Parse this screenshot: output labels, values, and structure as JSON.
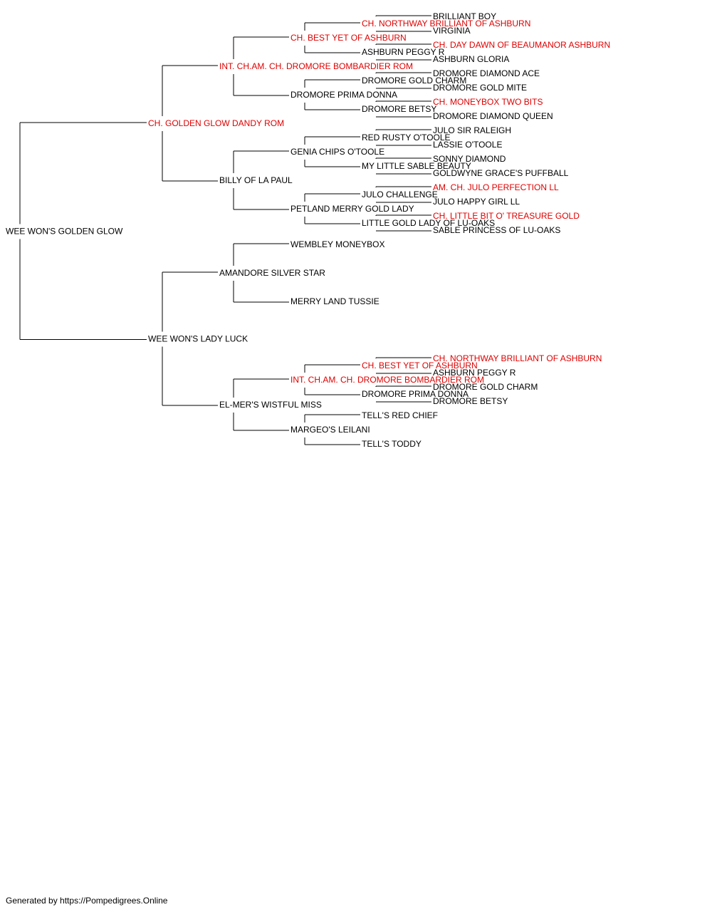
{
  "colors": {
    "champion": "#e00000",
    "normal": "#000000",
    "line": "#000000"
  },
  "pedigree": {
    "name": "WEE WON'S GOLDEN GLOW",
    "champion": false,
    "sire": {
      "name": "CH. GOLDEN GLOW DANDY ROM",
      "champion": true,
      "sire": {
        "name": "INT. CH.AM. CH. DROMORE BOMBARDIER ROM",
        "champion": true,
        "sire": {
          "name": "CH. BEST YET OF ASHBURN",
          "champion": true,
          "sire": {
            "name": "CH. NORTHWAY BRILLIANT OF ASHBURN",
            "champion": true,
            "sire": {
              "name": "BRILLIANT BOY",
              "champion": false
            },
            "dam": {
              "name": "VIRGINIA",
              "champion": false
            }
          },
          "dam": {
            "name": "ASHBURN PEGGY R",
            "champion": false,
            "sire": {
              "name": "CH. DAY DAWN OF BEAUMANOR ASHBURN",
              "champion": true
            },
            "dam": {
              "name": "ASHBURN GLORIA",
              "champion": false
            }
          }
        },
        "dam": {
          "name": "DROMORE PRIMA DONNA",
          "champion": false,
          "sire": {
            "name": "DROMORE GOLD CHARM",
            "champion": false,
            "sire": {
              "name": "DROMORE DIAMOND ACE",
              "champion": false
            },
            "dam": {
              "name": "DROMORE GOLD MITE",
              "champion": false
            }
          },
          "dam": {
            "name": "DROMORE BETSY",
            "champion": false,
            "sire": {
              "name": "CH. MONEYBOX TWO BITS",
              "champion": true
            },
            "dam": {
              "name": "DROMORE DIAMOND QUEEN",
              "champion": false
            }
          }
        }
      },
      "dam": {
        "name": "BILLY OF LA PAUL",
        "champion": false,
        "sire": {
          "name": "GENIA CHIPS O'TOOLE",
          "champion": false,
          "sire": {
            "name": "RED RUSTY O'TOOLE",
            "champion": false,
            "sire": {
              "name": "JULO SIR RALEIGH",
              "champion": false
            },
            "dam": {
              "name": "LASSIE O'TOOLE",
              "champion": false
            }
          },
          "dam": {
            "name": "MY LITTLE SABLE BEAUTY",
            "champion": false,
            "sire": {
              "name": "SONNY DIAMOND",
              "champion": false
            },
            "dam": {
              "name": "GOLDWYNE GRACE'S PUFFBALL",
              "champion": false
            }
          }
        },
        "dam": {
          "name": "PETLAND MERRY GOLD LADY",
          "champion": false,
          "sire": {
            "name": "JULO CHALLENGE",
            "champion": false,
            "sire": {
              "name": "AM. CH. JULO PERFECTION LL",
              "champion": true
            },
            "dam": {
              "name": "JULO HAPPY GIRL LL",
              "champion": false
            }
          },
          "dam": {
            "name": "LITTLE GOLD LADY OF LU-OAKS",
            "champion": false,
            "sire": {
              "name": "CH. LITTLE BIT O' TREASURE GOLD",
              "champion": true
            },
            "dam": {
              "name": "SABLE PRINCESS OF LU-OAKS",
              "champion": false
            }
          }
        }
      }
    },
    "dam": {
      "name": "WEE WON'S LADY LUCK",
      "champion": false,
      "sire": {
        "name": "AMANDORE SILVER STAR",
        "champion": false,
        "sire": {
          "name": "WEMBLEY MONEYBOX",
          "champion": false
        },
        "dam": {
          "name": "MERRY LAND TUSSIE",
          "champion": false
        }
      },
      "dam": {
        "name": "EL-MER'S WISTFUL MISS",
        "champion": false,
        "sire": {
          "name": "INT. CH.AM. CH. DROMORE BOMBARDIER ROM",
          "champion": true,
          "sire": {
            "name": "CH. BEST YET OF ASHBURN",
            "champion": true,
            "sire": {
              "name": "CH. NORTHWAY BRILLIANT OF ASHBURN",
              "champion": true
            },
            "dam": {
              "name": "ASHBURN PEGGY R",
              "champion": false
            }
          },
          "dam": {
            "name": "DROMORE PRIMA DONNA",
            "champion": false,
            "sire": {
              "name": "DROMORE GOLD CHARM",
              "champion": false
            },
            "dam": {
              "name": "DROMORE BETSY",
              "champion": false
            }
          }
        },
        "dam": {
          "name": "MARGEO'S LEILANI",
          "champion": false,
          "sire": {
            "name": "TELL'S RED CHIEF",
            "champion": false
          },
          "dam": {
            "name": "TELL'S TODDY",
            "champion": false
          }
        }
      }
    }
  },
  "footer": {
    "text": "Generated by https://Pompedigrees.Online"
  }
}
